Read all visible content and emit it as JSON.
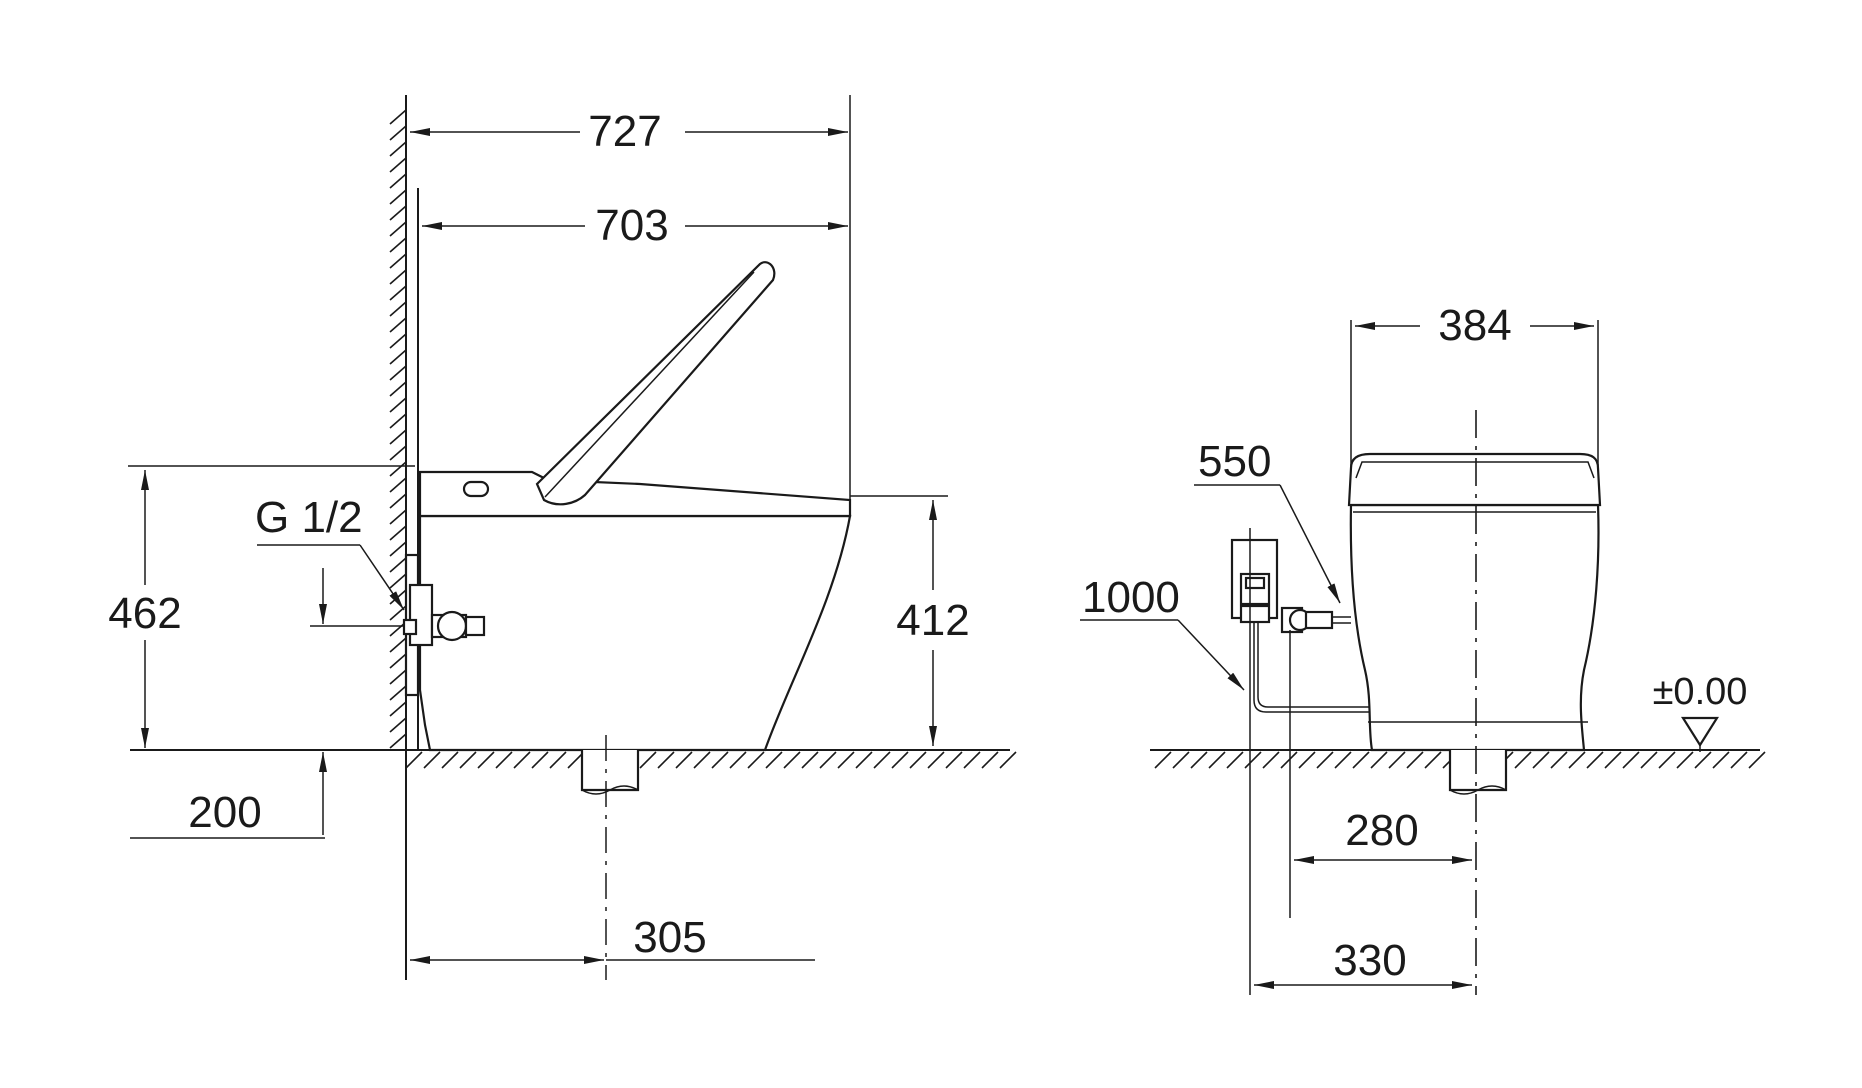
{
  "side_view": {
    "dim_overall_length": "727",
    "dim_bowl_length": "703",
    "dim_total_height": "462",
    "dim_seat_height": "412",
    "dim_supply_height": "200",
    "dim_outlet_distance": "305",
    "label_connection": "G 1/2"
  },
  "front_view": {
    "dim_width": "384",
    "dim_hose_length": "550",
    "dim_cable_length": "1000",
    "dim_supply_offset": "280",
    "dim_socket_offset": "330",
    "label_floor_level": "±0.00"
  }
}
